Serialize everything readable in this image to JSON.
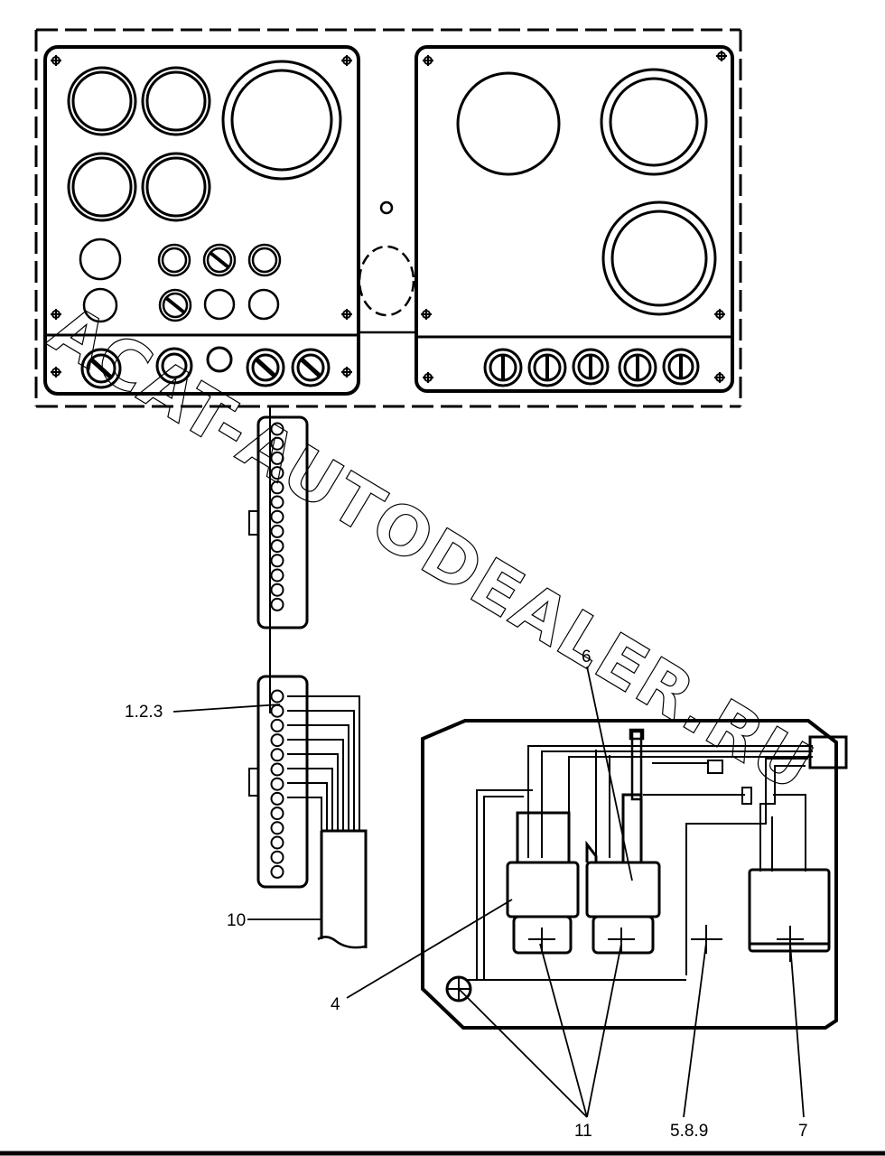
{
  "callouts": {
    "c_123": "1.2.3",
    "c_10": "10",
    "c_4": "4",
    "c_6": "6",
    "c_11": "11",
    "c_589": "5.8.9",
    "c_7": "7"
  },
  "watermark": "ACAT-AUTODEALER.RU",
  "colors": {
    "ink": "#000000",
    "paper": "#ffffff"
  }
}
